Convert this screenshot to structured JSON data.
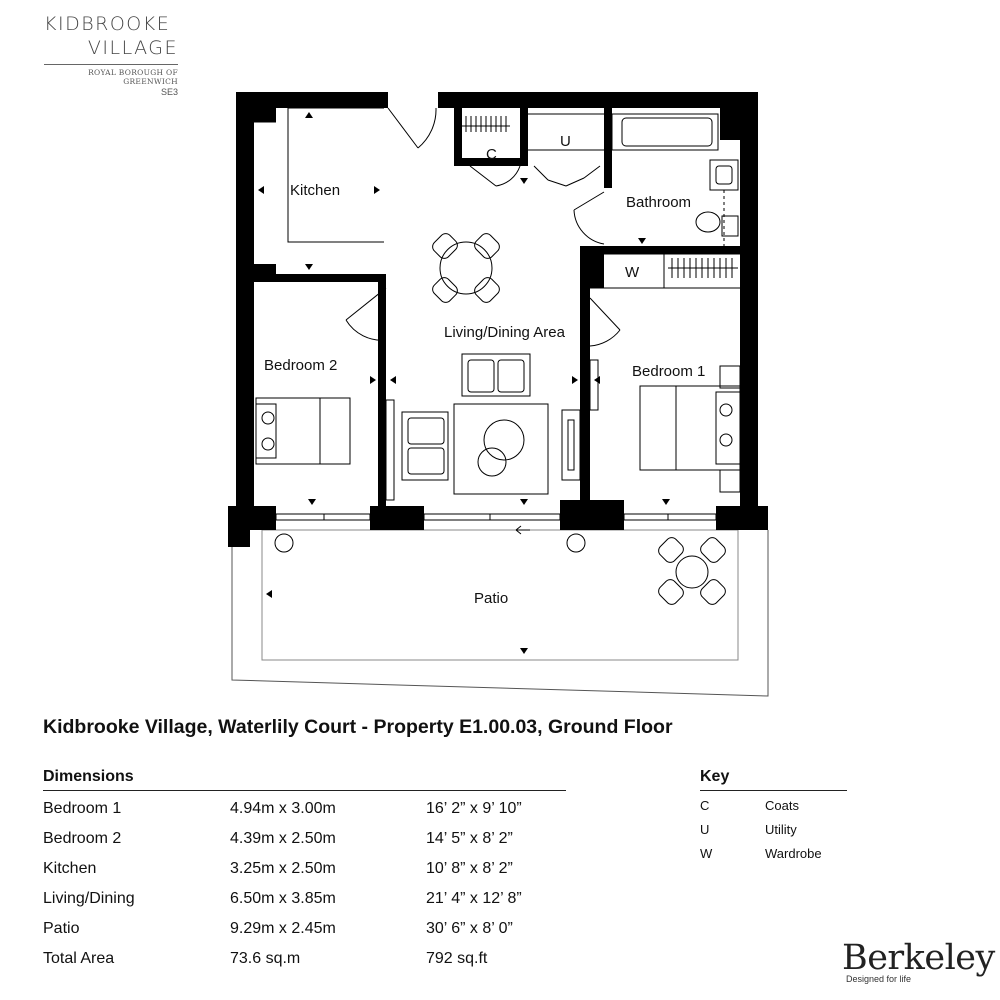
{
  "brand": {
    "line1": "KIDBROOKE",
    "line2": "VILLAGE",
    "borough": "ROYAL BOROUGH OF GREENWICH",
    "postcode": "SE3"
  },
  "plan": {
    "rooms": {
      "kitchen": "Kitchen",
      "living": "Living/Dining Area",
      "bedroom2": "Bedroom 2",
      "bedroom1": "Bedroom 1",
      "bathroom": "Bathroom",
      "patio": "Patio"
    },
    "storage": {
      "coats": "C",
      "utility": "U",
      "wardrobe": "W"
    }
  },
  "title": "Kidbrooke Village, Waterlily Court - Property E1.00.03, Ground Floor",
  "dimensions": {
    "heading": "Dimensions",
    "rows": [
      {
        "room": "Bedroom 1",
        "metric": "4.94m x 3.00m",
        "imperial": "16’ 2” x 9’ 10”"
      },
      {
        "room": "Bedroom 2",
        "metric": "4.39m x 2.50m",
        "imperial": "14’ 5” x 8’ 2”"
      },
      {
        "room": "Kitchen",
        "metric": "3.25m x 2.50m",
        "imperial": "10’ 8” x 8’ 2”"
      },
      {
        "room": "Living/Dining",
        "metric": "6.50m x 3.85m",
        "imperial": "21’ 4” x 12’ 8”"
      },
      {
        "room": "Patio",
        "metric": "9.29m x 2.45m",
        "imperial": "30’ 6” x 8’ 0”"
      },
      {
        "room": "Total Area",
        "metric": "73.6 sq.m",
        "imperial": "792 sq.ft"
      }
    ]
  },
  "key": {
    "heading": "Key",
    "rows": [
      {
        "letter": "C",
        "meaning": "Coats"
      },
      {
        "letter": "U",
        "meaning": "Utility"
      },
      {
        "letter": "W",
        "meaning": "Wardrobe"
      }
    ]
  },
  "logo": {
    "name": "Berkeley",
    "tagline": "Designed for life"
  }
}
